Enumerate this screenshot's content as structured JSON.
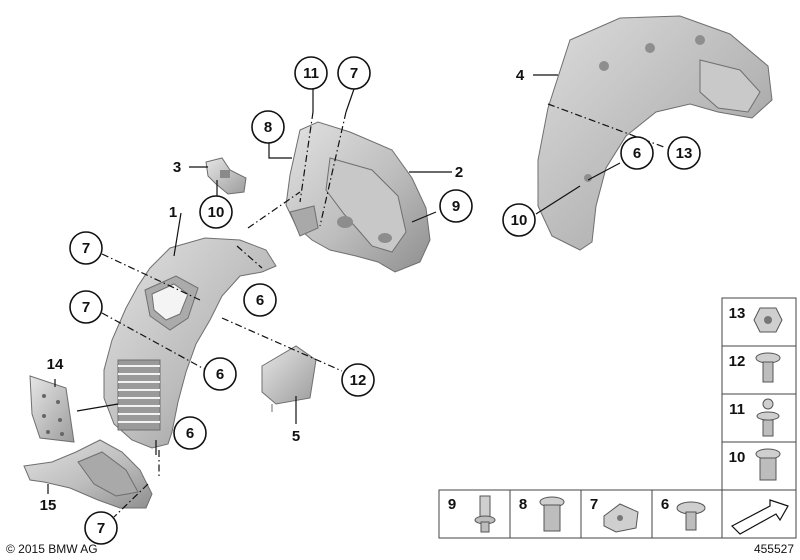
{
  "callouts": {
    "c1": "1",
    "c2": "2",
    "c3": "3",
    "c4": "4",
    "c5": "5",
    "c6a": "6",
    "c6b": "6",
    "c6c": "6",
    "c6d": "6",
    "c7a": "7",
    "c7b": "7",
    "c7c": "7",
    "c7d": "7",
    "c8": "8",
    "c9": "9",
    "c10a": "10",
    "c10b": "10",
    "c11": "11",
    "c12": "12",
    "c13": "13",
    "c14": "14",
    "c15": "15"
  },
  "legend": {
    "right_column": [
      "13",
      "12",
      "11",
      "10"
    ],
    "bottom_row": [
      "9",
      "8",
      "7",
      "6"
    ]
  },
  "footer": {
    "copyright": "© 2015 BMW AG",
    "diagram_number": "455527"
  },
  "colors": {
    "part_light": "#d6d6d6",
    "part_mid": "#b3b3b3",
    "part_dark": "#8e8e8e",
    "line": "#111111"
  }
}
